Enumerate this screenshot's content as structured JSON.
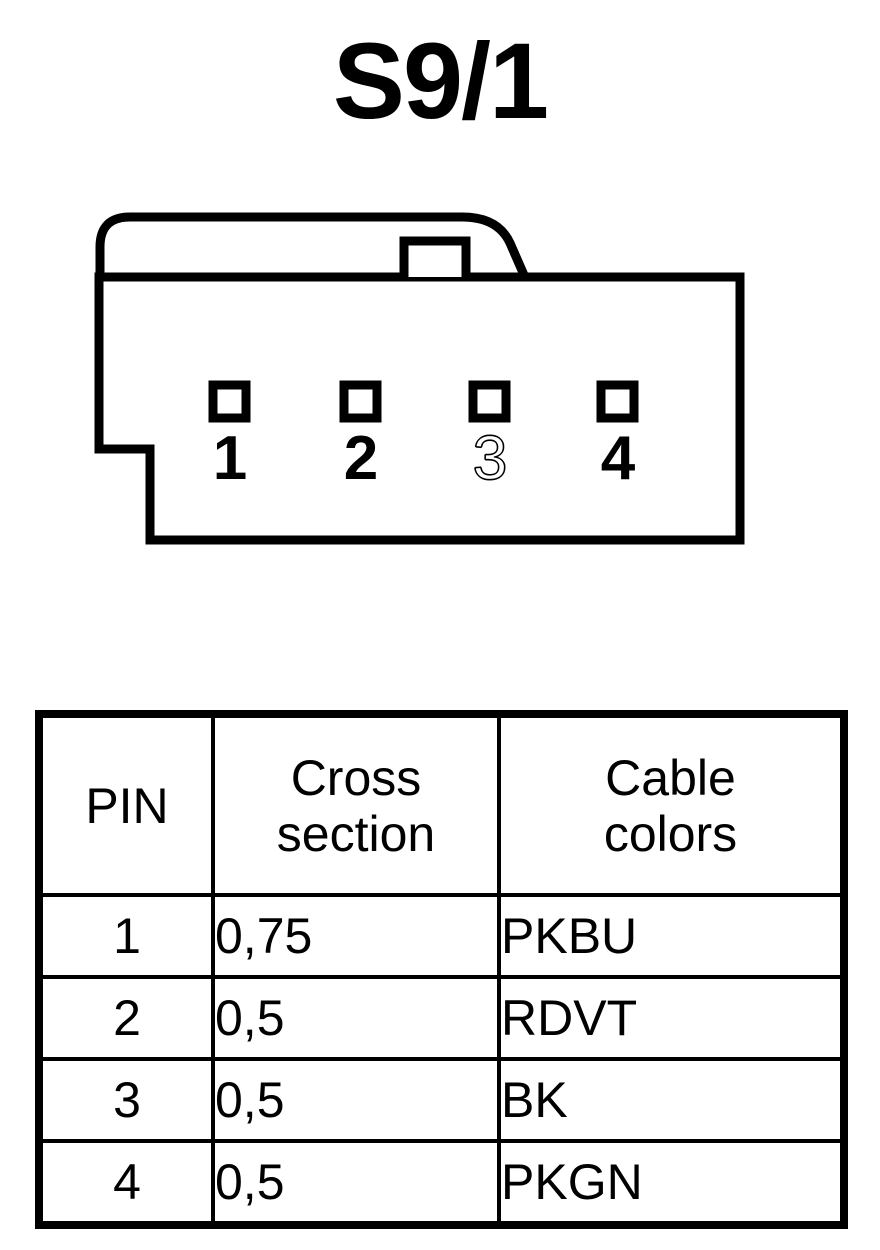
{
  "title": "S9/1",
  "connector": {
    "name": "connector-outline",
    "pins": [
      {
        "number": "1",
        "style": "bold"
      },
      {
        "number": "2",
        "style": "bold"
      },
      {
        "number": "3",
        "style": "thin"
      },
      {
        "number": "4",
        "style": "bold"
      }
    ],
    "latch_tab": "latch-tab",
    "line_color": "#000000",
    "fill_color": "#ffffff"
  },
  "table": {
    "headers": {
      "pin": "PIN",
      "cross_section_line1": "Cross",
      "cross_section_line2": "section",
      "cable_colors_line1": "Cable",
      "cable_colors_line2": "colors"
    },
    "rows": [
      {
        "pin": "1",
        "cross_section": "0,75",
        "cable_colors": "PKBU"
      },
      {
        "pin": "2",
        "cross_section": "0,5",
        "cable_colors": "RDVT"
      },
      {
        "pin": "3",
        "cross_section": "0,5",
        "cable_colors": "BK"
      },
      {
        "pin": "4",
        "cross_section": "0,5",
        "cable_colors": "PKGN"
      }
    ]
  }
}
